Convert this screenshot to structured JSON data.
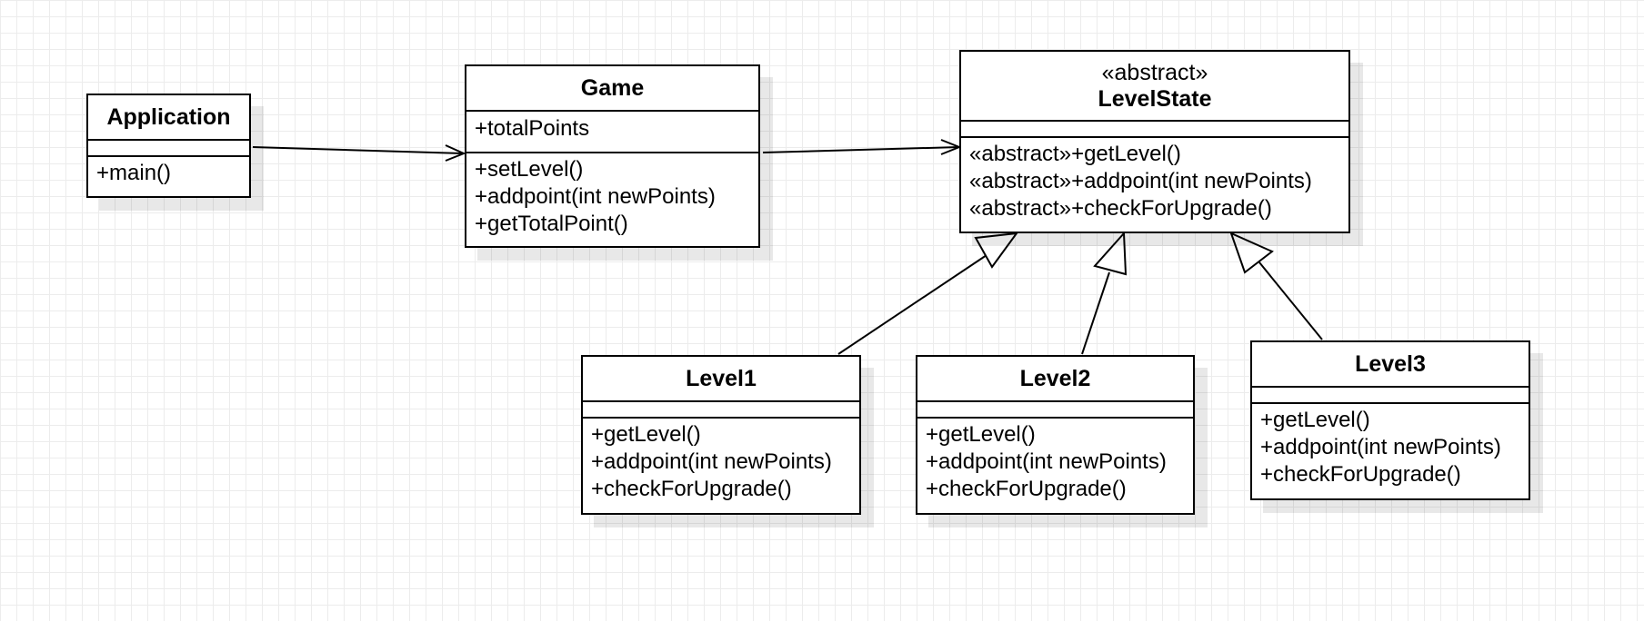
{
  "classes": {
    "application": {
      "name": "Application",
      "attributes": [],
      "operations": [
        "+main()"
      ]
    },
    "game": {
      "name": "Game",
      "attributes": [
        "+totalPoints"
      ],
      "operations": [
        "+setLevel()",
        "+addpoint(int newPoints)",
        "+getTotalPoint()"
      ]
    },
    "levelstate": {
      "stereotype": "«abstract»",
      "name": "LevelState",
      "attributes": [],
      "operations": [
        "«abstract»+getLevel()",
        "«abstract»+addpoint(int newPoints)",
        "«abstract»+checkForUpgrade()"
      ]
    },
    "level1": {
      "name": "Level1",
      "attributes": [],
      "operations": [
        "+getLevel()",
        "+addpoint(int newPoints)",
        "+checkForUpgrade()"
      ]
    },
    "level2": {
      "name": "Level2",
      "attributes": [],
      "operations": [
        "+getLevel()",
        "+addpoint(int newPoints)",
        "+checkForUpgrade()"
      ]
    },
    "level3": {
      "name": "Level3",
      "attributes": [],
      "operations": [
        "+getLevel()",
        "+addpoint(int newPoints)",
        "+checkForUpgrade()"
      ]
    }
  },
  "relationships": [
    {
      "type": "association",
      "from": "application",
      "to": "game"
    },
    {
      "type": "association",
      "from": "game",
      "to": "levelstate"
    },
    {
      "type": "generalization",
      "from": "level1",
      "to": "levelstate"
    },
    {
      "type": "generalization",
      "from": "level2",
      "to": "levelstate"
    },
    {
      "type": "generalization",
      "from": "level3",
      "to": "levelstate"
    }
  ]
}
